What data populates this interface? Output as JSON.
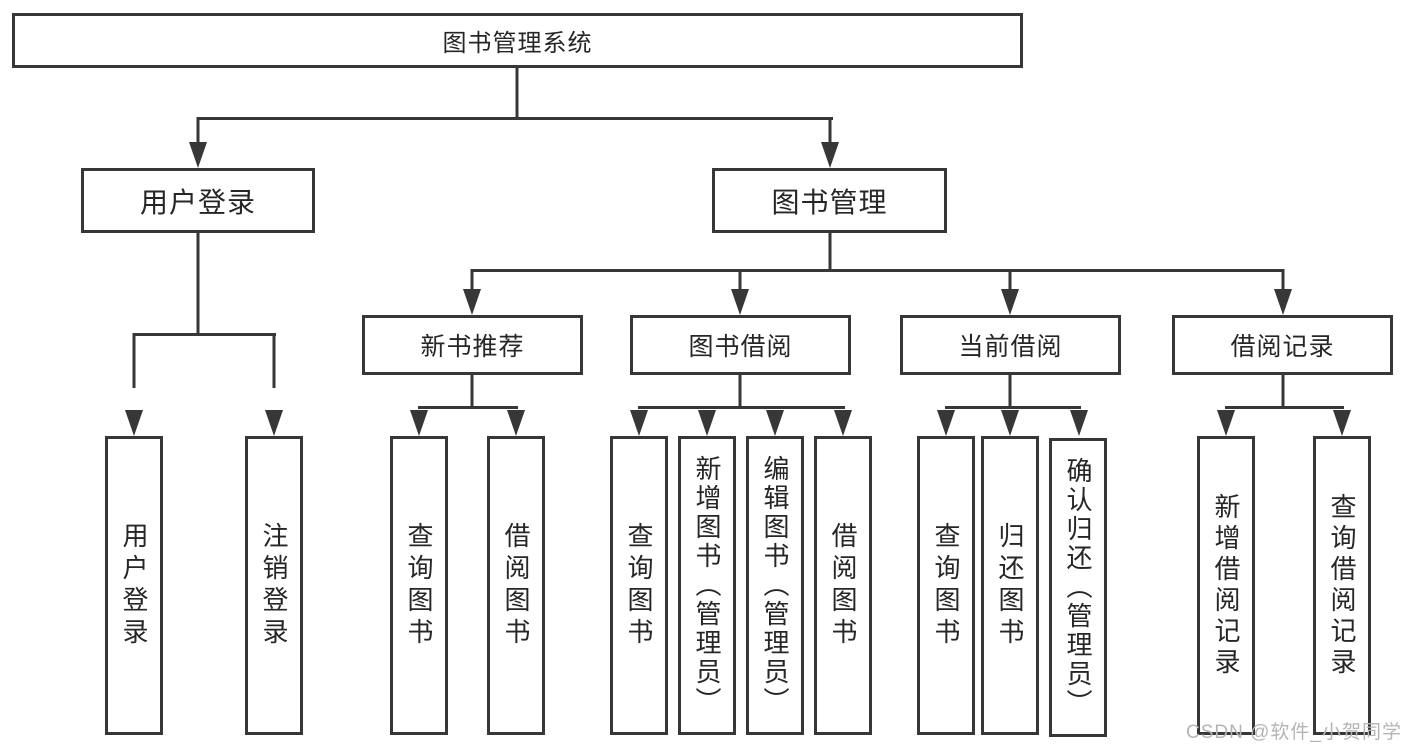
{
  "tree": {
    "root": "图书管理系统",
    "level2": [
      "用户登录",
      "图书管理"
    ],
    "level3": [
      "新书推荐",
      "图书借阅",
      "当前借阅",
      "借阅记录"
    ],
    "leaves": {
      "user_login": [
        "用户登录",
        "注销登录"
      ],
      "new_book": [
        "查询图书",
        "借阅图书"
      ],
      "book_borrow": [
        "查询图书",
        "新增图书（管理员）",
        "编辑图书（管理员）",
        "借阅图书"
      ],
      "current_borrow": [
        "查询图书",
        "归还图书",
        "确认归还（管理员）"
      ],
      "borrow_records": [
        "新增借阅记录",
        "查询借阅记录"
      ]
    }
  },
  "watermark": "CSDN @软件_小贺同学",
  "colors": {
    "line": "#373737",
    "text": "#262626",
    "background": "#ffffff",
    "watermark": "#b5b5b5"
  }
}
